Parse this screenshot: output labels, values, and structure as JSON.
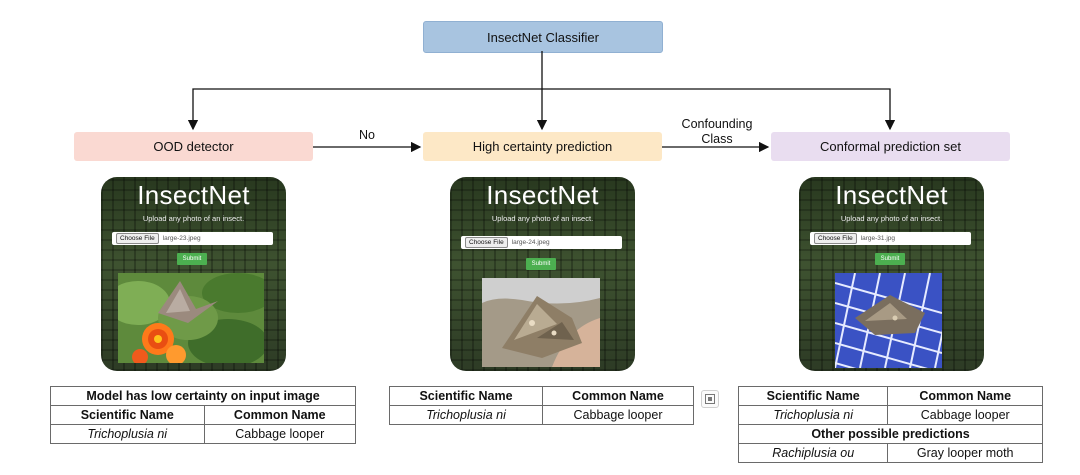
{
  "nodes": {
    "classifier": "InsectNet Classifier",
    "ood": "OOD detector",
    "high": "High certainty prediction",
    "conformal": "Conformal prediction set"
  },
  "edges": {
    "no": "No",
    "confounding": "Confounding\nClass"
  },
  "app": {
    "brand": "InsectNet",
    "subtitle": "Upload any photo of an insect.",
    "choose": "Choose File",
    "submit": "Submit",
    "files": [
      "large-23.jpeg",
      "large-24.jpeg",
      "large-31.jpg"
    ]
  },
  "tables": {
    "left": {
      "banner": "Model has low certainty on input image",
      "headers": [
        "Scientific Name",
        "Common Name"
      ],
      "rows": [
        [
          "Trichoplusia ni",
          "Cabbage looper"
        ]
      ]
    },
    "middle": {
      "headers": [
        "Scientific Name",
        "Common Name"
      ],
      "rows": [
        [
          "Trichoplusia ni",
          "Cabbage looper"
        ]
      ]
    },
    "right": {
      "headers": [
        "Scientific Name",
        "Common Name"
      ],
      "rows": [
        [
          "Trichoplusia ni",
          "Cabbage looper"
        ]
      ],
      "other_label": "Other possible predictions",
      "other_rows": [
        [
          "Rachiplusia ou",
          "Gray looper moth"
        ]
      ]
    }
  },
  "icons": {
    "expand": "expand-icon"
  },
  "colors": {
    "classifier": "#a8c4e0",
    "ood": "#fad9d2",
    "high": "#fde8c6",
    "conformal": "#e9ddf0",
    "submit": "#4caf50"
  }
}
